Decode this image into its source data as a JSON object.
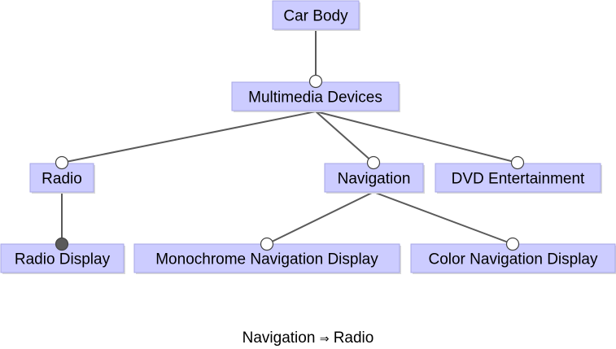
{
  "diagram": {
    "features": [
      {
        "id": "car_body",
        "label": "Car Body"
      },
      {
        "id": "multimedia",
        "label": "Multimedia Devices"
      },
      {
        "id": "radio",
        "label": "Radio"
      },
      {
        "id": "navigation",
        "label": "Navigation"
      },
      {
        "id": "dvd",
        "label": "DVD Entertainment"
      },
      {
        "id": "radio_display",
        "label": "Radio Display"
      },
      {
        "id": "mono_nav_display",
        "label": "Monochrome Navigation Display"
      },
      {
        "id": "color_nav_display",
        "label": "Color Navigation Display"
      }
    ],
    "relations": [
      {
        "parent": "car_body",
        "child": "multimedia",
        "kind": "optional"
      },
      {
        "parent": "multimedia",
        "child": "radio",
        "kind": "optional"
      },
      {
        "parent": "multimedia",
        "child": "navigation",
        "kind": "optional"
      },
      {
        "parent": "multimedia",
        "child": "dvd",
        "kind": "optional"
      },
      {
        "parent": "radio",
        "child": "radio_display",
        "kind": "mandatory"
      },
      {
        "parent": "navigation",
        "child": "mono_nav_display",
        "kind": "optional"
      },
      {
        "parent": "navigation",
        "child": "color_nav_display",
        "kind": "optional"
      }
    ],
    "constraint": {
      "from": "Navigation",
      "arrow": "⇒",
      "to": "Radio"
    },
    "colors": {
      "node_fill": "#ccccff",
      "edge": "#5a5a5a",
      "mandatory_marker": "#5a5a5a",
      "optional_marker": "#ffffff"
    }
  }
}
